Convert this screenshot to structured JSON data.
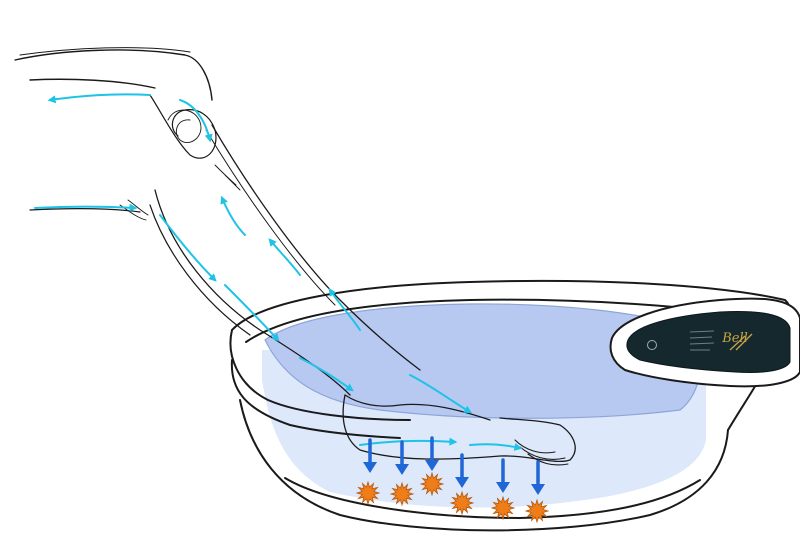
{
  "colors": {
    "background": "#ffffff",
    "outline": "#1a1a1a",
    "water": "#cfdcf7",
    "water_deep": "#b7c9f1",
    "water_glow": "#dde8fb",
    "flow_arrow": "#1ec3e6",
    "down_arrow": "#1f66d6",
    "spark": "#ef7d1a",
    "spark_stroke": "#b85a0c",
    "control_panel": "#15282e",
    "control_panel_housing": "#ffffff",
    "brand_gold": "#c9a545"
  },
  "icons": {
    "flow": "circulation-arrow-icon",
    "downward": "down-arrow-icon",
    "spark": "spark-burst-icon"
  },
  "control_panel": {
    "brand_logo": "Bell"
  },
  "arrow_groups": {
    "downward_count": 6,
    "spark_count": 6
  }
}
